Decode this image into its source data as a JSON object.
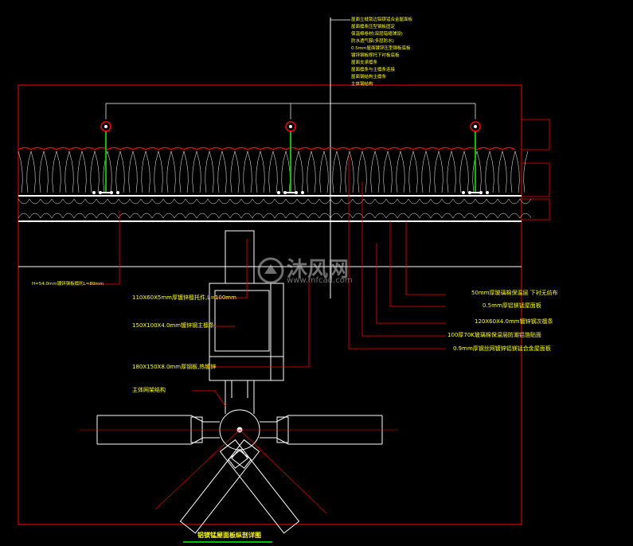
{
  "top_labels": [
    "屋面立缝锁边铝镁锰合金屋面板",
    "屋面檩条压型钢板固定",
    "保温棉卷材(双层错缝铺设)",
    "防水透气膜(多层防水)",
    "0.5mm屋面镀锌压型钢板底板",
    "镀锌钢板撑托下衬板底板",
    "屋面支承檩条",
    "屋面檩条与主檩条连接",
    "屋面钢结构主檩条",
    "主体钢结构"
  ],
  "right_labels": [
    "50mm厚玻璃棉保温层  下衬无纺布",
    "0.5mm厚铝镁锰屋面板",
    "120X60X4.0mm镀锌钢次檩条",
    "100厚70K玻璃棉保温层防潮铝箔贴面",
    "0.9mm厚钢丝网镀锌铝镁锰合金屋面板"
  ],
  "left_labels": {
    "l1": "H=54.0mm镀锌钢板檩托L=80mm",
    "l2": "110X60X5mm厚镀锌檩托件,L=100mm",
    "l3": "150X100X4.0mm镀锌钢主檩条",
    "l4": "180X150X8.0mm厚钢板,热镀锌",
    "l5": "主体网架结构"
  },
  "title": "铝镁锰屋面板纵剖详图",
  "watermark": {
    "text": "沐风网",
    "url": "www.mfcad.com"
  },
  "colors": {
    "background": "#000000",
    "frame": "#ff0000",
    "line": "#ffffff",
    "label": "#ffff00",
    "accent": "#00c000"
  }
}
